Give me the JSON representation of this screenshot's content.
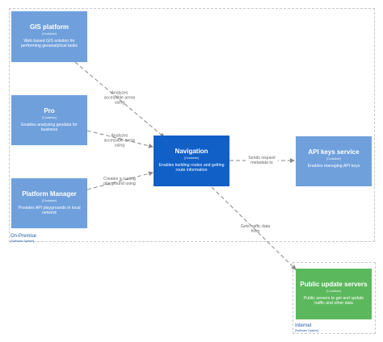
{
  "colors": {
    "container": "#6fa0dc",
    "focus": "#1060c8",
    "external": "#5cb85c",
    "edge": "#8a8a8a",
    "boundary": "#c8c8c8"
  },
  "boundaries": {
    "onpremise": {
      "label": "On-Premise",
      "sub": "[Software System]"
    },
    "internet": {
      "label": "Internet",
      "sub": "[Software System]"
    }
  },
  "nodes": {
    "gis": {
      "title": "GIS platform",
      "kind": "[Container]",
      "desc": "Web based GIS solution for performing geoanalytical tasks"
    },
    "pro": {
      "title": "Pro",
      "kind": "[Container]",
      "desc": "Enables analyzing geodata for business"
    },
    "pm": {
      "title": "Platform Manager",
      "kind": "[Container]",
      "desc": "Provides API playgrounds in local network"
    },
    "nav": {
      "title": "Navigation",
      "kind": "[Container]",
      "desc": "Enables building routes and getting route information"
    },
    "api": {
      "title": "API keys service",
      "kind": "[Container]",
      "desc": "Enables managing API keys"
    },
    "pus": {
      "title": "Public update servers",
      "kind": "[Container]",
      "desc": "Public servers to get and update traffic and other data"
    }
  },
  "edges": {
    "gis_nav": "Analyzes accessible areas using",
    "pro_nav": "Analyzes accessible areas using",
    "pm_nav": "Creates a routing playground using",
    "nav_api": "Sends request metadata to",
    "nav_pus": "Gets traffic data from"
  }
}
